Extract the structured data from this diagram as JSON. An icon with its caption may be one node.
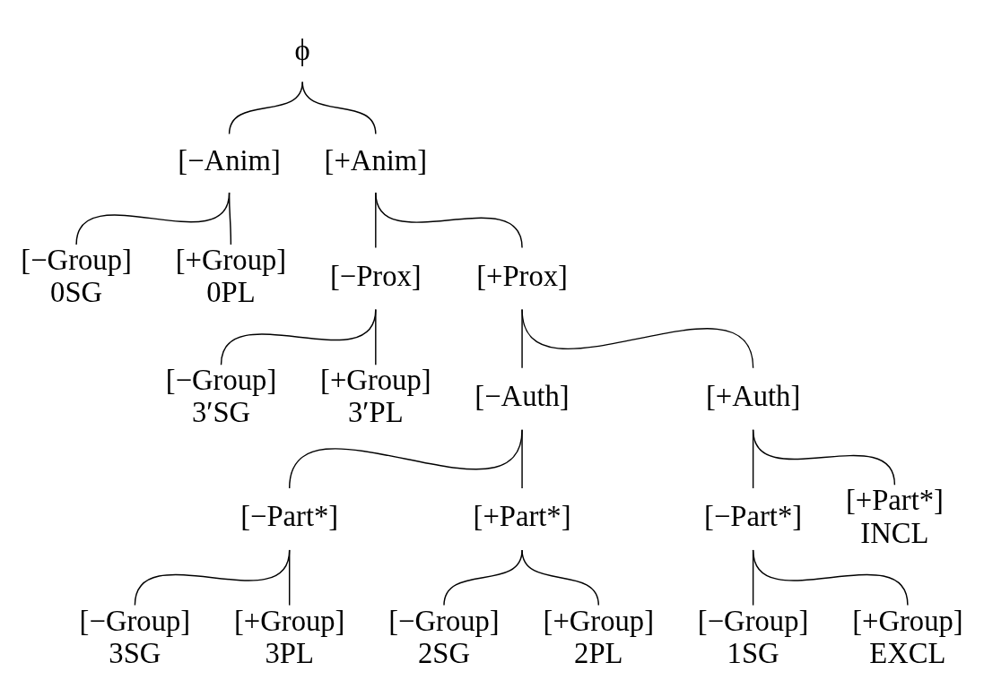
{
  "diagram": {
    "nodes": [
      {
        "text": [
          "ϕ"
        ]
      },
      {
        "text": [
          "[−Anim]"
        ]
      },
      {
        "text": [
          "[+Anim]"
        ]
      },
      {
        "text": [
          "[−Group]",
          "0SG"
        ]
      },
      {
        "text": [
          "[+Group]",
          "0PL"
        ]
      },
      {
        "text": [
          "[−Prox]"
        ]
      },
      {
        "text": [
          "[+Prox]"
        ]
      },
      {
        "text": [
          "[−Group]",
          "3′SG"
        ]
      },
      {
        "text": [
          "[+Group]",
          "3′PL"
        ]
      },
      {
        "text": [
          "[−Auth]"
        ]
      },
      {
        "text": [
          "[+Auth]"
        ]
      },
      {
        "text": [
          "[−Part*]"
        ]
      },
      {
        "text": [
          "[+Part*]"
        ]
      },
      {
        "text": [
          "[−Part*]"
        ]
      },
      {
        "text": [
          "[+Part*]",
          "INCL"
        ]
      },
      {
        "text": [
          "[−Group]",
          "1SG"
        ]
      },
      {
        "text": [
          "[+Group]",
          "EXCL"
        ]
      },
      {
        "text": [
          "[−Group]",
          "3SG"
        ]
      },
      {
        "text": [
          "[+Group]",
          "3PL"
        ]
      },
      {
        "text": [
          "[−Group]",
          "2SG"
        ]
      },
      {
        "text": [
          "[+Group]",
          "2PL"
        ]
      }
    ],
    "edges": [
      {
        "from": 0,
        "to": 1,
        "arrow": "none"
      },
      {
        "from": 0,
        "to": 2,
        "arrow": "none"
      },
      {
        "from": 1,
        "to": 3,
        "arrow": "none"
      },
      {
        "from": 1,
        "to": 4,
        "arrow": "none"
      },
      {
        "from": 2,
        "to": 5,
        "arrow": "none"
      },
      {
        "from": 2,
        "to": 6,
        "arrow": "none"
      },
      {
        "from": 5,
        "to": 7,
        "arrow": "none"
      },
      {
        "from": 5,
        "to": 8,
        "arrow": "none"
      },
      {
        "from": 6,
        "to": 9,
        "arrow": "none"
      },
      {
        "from": 6,
        "to": 10,
        "arrow": "none"
      },
      {
        "from": 9,
        "to": 11,
        "arrow": "none"
      },
      {
        "from": 9,
        "to": 12,
        "arrow": "none"
      },
      {
        "from": 10,
        "to": 13,
        "arrow": "none"
      },
      {
        "from": 10,
        "to": 14,
        "arrow": "none"
      },
      {
        "from": 11,
        "to": 17,
        "arrow": "none"
      },
      {
        "from": 11,
        "to": 18,
        "arrow": "none"
      },
      {
        "from": 12,
        "to": 19,
        "arrow": "none"
      },
      {
        "from": 12,
        "to": 20,
        "arrow": "none"
      },
      {
        "from": 13,
        "to": 15,
        "arrow": "none"
      },
      {
        "from": 13,
        "to": 16,
        "arrow": "none"
      }
    ]
  }
}
